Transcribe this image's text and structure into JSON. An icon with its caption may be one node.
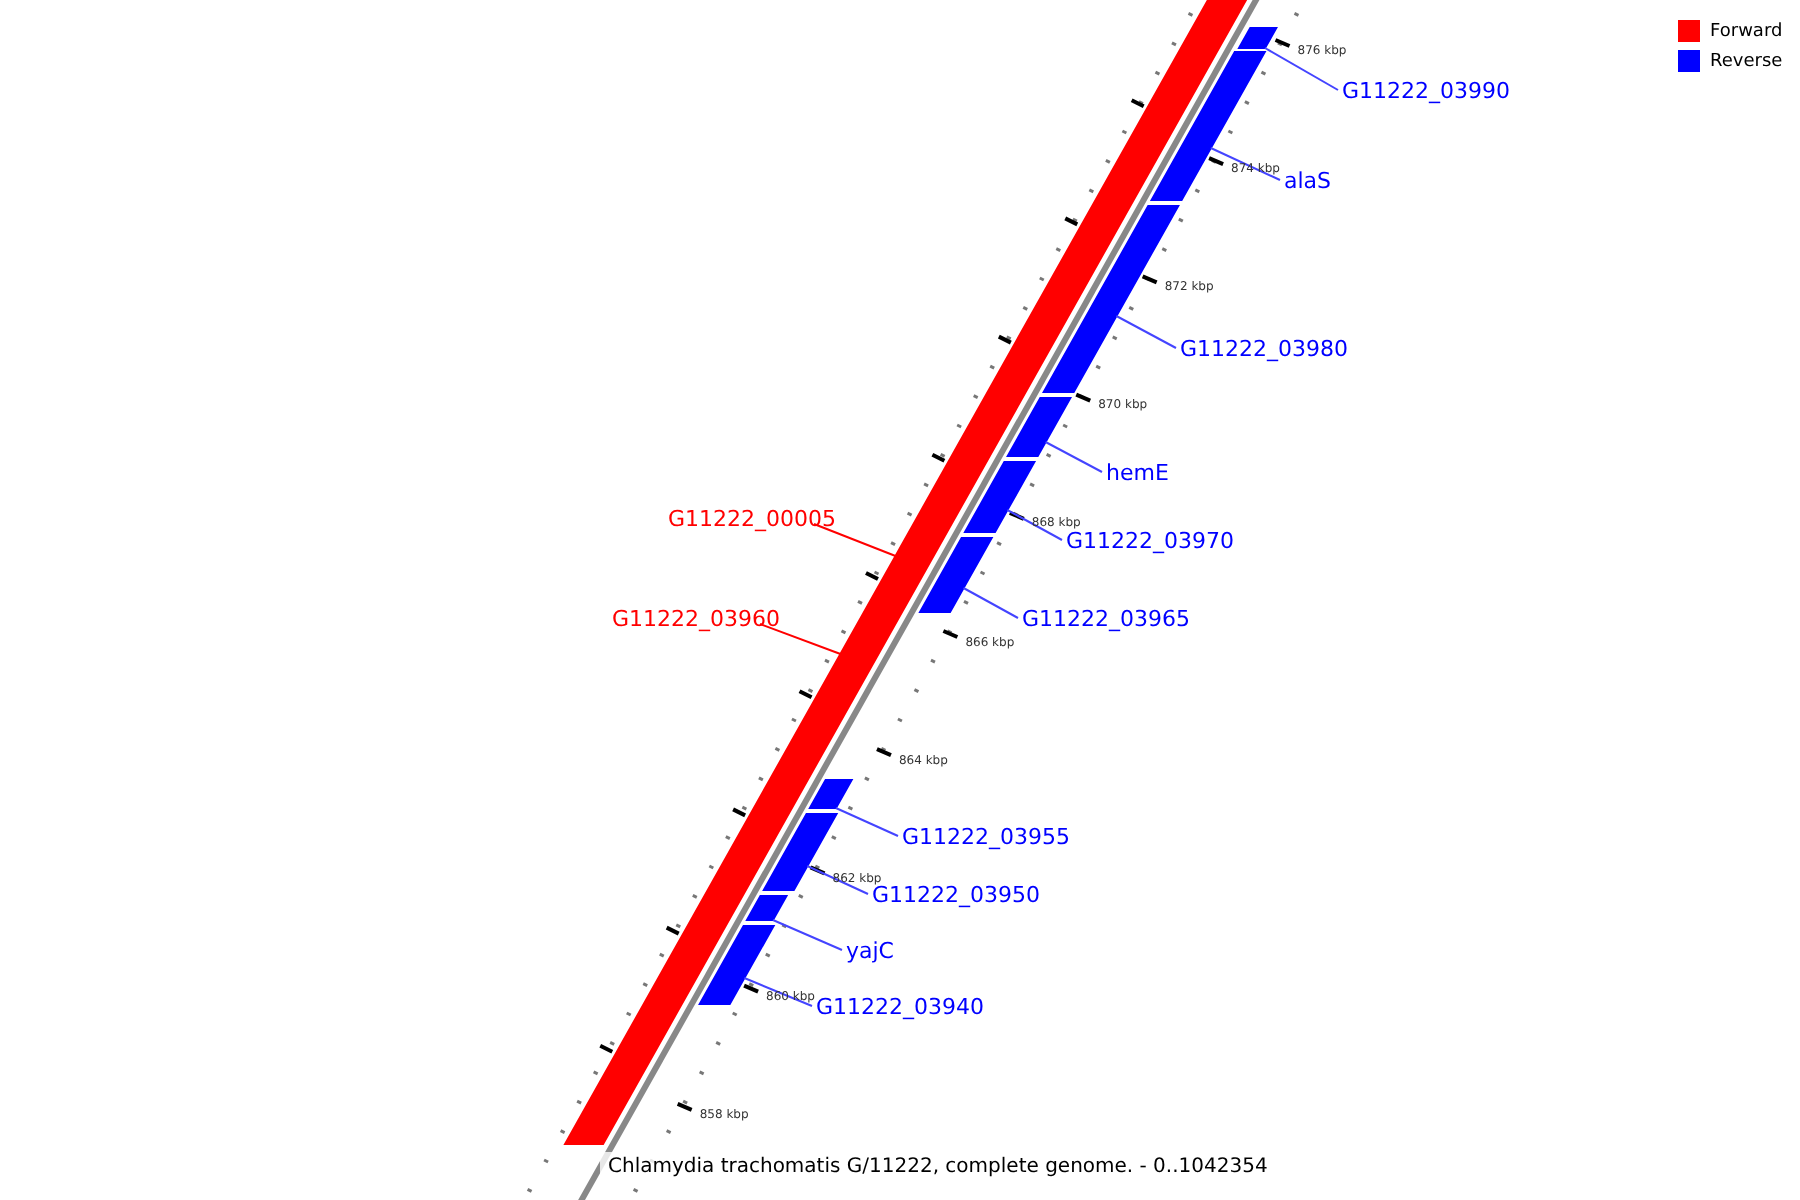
{
  "diagram": {
    "caption": "Chlamydia trachomatis G/11222, complete genome. - 0..1042354",
    "nodes": [
      {
        "text": [
          "G11222_03990"
        ]
      },
      {
        "text": [
          "alaS"
        ]
      },
      {
        "text": [
          "G11222_03980"
        ]
      },
      {
        "text": [
          "hemE"
        ]
      },
      {
        "text": [
          "G11222_03970"
        ]
      },
      {
        "text": [
          "G11222_00005"
        ]
      },
      {
        "text": [
          "G11222_03965"
        ]
      },
      {
        "text": [
          "G11222_03960"
        ]
      },
      {
        "text": [
          "G11222_03955"
        ]
      },
      {
        "text": [
          "G11222_03950"
        ]
      },
      {
        "text": [
          "yajC"
        ]
      },
      {
        "text": [
          "G11222_03940"
        ]
      },
      {
        "text": [],
        "shape": "bar"
      },
      {
        "text": [],
        "shape": "bar"
      },
      {
        "text": [],
        "shape": "bar"
      },
      {
        "text": [],
        "shape": "bar"
      },
      {
        "text": [],
        "shape": "bar"
      },
      {
        "text": [],
        "shape": "bar"
      },
      {
        "text": [],
        "shape": "bar"
      },
      {
        "text": [],
        "shape": "bar"
      },
      {
        "text": [],
        "shape": "bar"
      },
      {
        "text": [],
        "shape": "bar"
      },
      {
        "text": [],
        "shape": "bar"
      }
    ],
    "edges": [
      {
        "from": 0,
        "to": 13,
        "arrow": "none"
      },
      {
        "from": 1,
        "to": 14,
        "arrow": "none"
      },
      {
        "from": 2,
        "to": 15,
        "arrow": "none"
      },
      {
        "from": 3,
        "to": 16,
        "arrow": "none"
      },
      {
        "from": 4,
        "to": 17,
        "arrow": "none"
      },
      {
        "from": 5,
        "to": 12,
        "arrow": "none",
        "color": "#ff0000"
      },
      {
        "from": 6,
        "to": 18,
        "arrow": "none"
      },
      {
        "from": 7,
        "to": 12,
        "arrow": "none",
        "color": "#ff0000"
      },
      {
        "from": 8,
        "to": 19,
        "arrow": "none"
      },
      {
        "from": 9,
        "to": 20,
        "arrow": "none"
      },
      {
        "from": 10,
        "to": 21,
        "arrow": "none"
      },
      {
        "from": 11,
        "to": 22,
        "arrow": "none"
      }
    ],
    "labels": [
      "876 kbp",
      "874 kbp",
      "872 kbp",
      "870 kbp",
      "868 kbp",
      "866 kbp",
      "864 kbp",
      "862 kbp",
      "860 kbp",
      "858 kbp"
    ],
    "legend": [
      {
        "text": "Forward",
        "color": "#ff0000"
      },
      {
        "text": "Reverse",
        "color": "#0000ff"
      }
    ]
  }
}
